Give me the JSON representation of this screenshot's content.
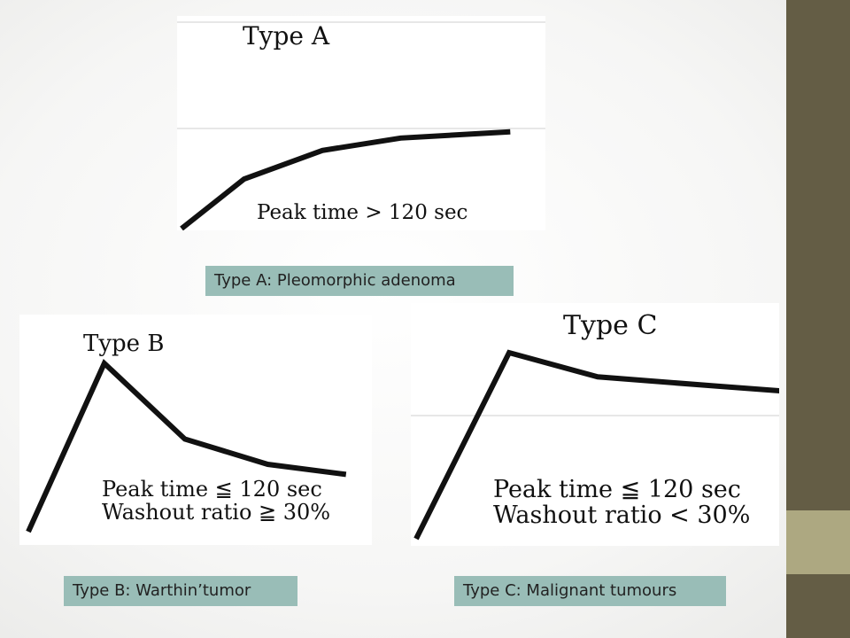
{
  "slide": {
    "panels": [
      {
        "title": "Type A",
        "stat_lines": [
          "Peak time > 120 sec"
        ],
        "caption": "Type A: Pleomorphic adenoma",
        "curve": [
          [
            0,
            0
          ],
          [
            1.6,
            40
          ],
          [
            3.6,
            63
          ],
          [
            5.6,
            73
          ],
          [
            8.4,
            78
          ]
        ]
      },
      {
        "title": "Type B",
        "stat_lines": [
          "Peak time ≦ 120 sec",
          "Washout ratio ≧ 30%"
        ],
        "caption": "Type B: Warthin’tumor",
        "curve": [
          [
            0,
            0
          ],
          [
            1.65,
            100
          ],
          [
            3.4,
            55
          ],
          [
            5.2,
            40
          ],
          [
            6.9,
            34
          ]
        ]
      },
      {
        "title": "Type C",
        "stat_lines": [
          "Peak time ≦ 120 sec",
          "Washout ratio < 30%"
        ],
        "caption": "Type C: Malignant tumours",
        "curve": [
          [
            0,
            0
          ],
          [
            2.1,
            100
          ],
          [
            4.1,
            87
          ],
          [
            6.8,
            82
          ],
          [
            8.5,
            79
          ]
        ]
      }
    ]
  },
  "colors": {
    "sidebar": "#645d45",
    "sidebar_accent": "#ada881",
    "caption_bg": "#99bdb7",
    "curve": "#111111"
  }
}
